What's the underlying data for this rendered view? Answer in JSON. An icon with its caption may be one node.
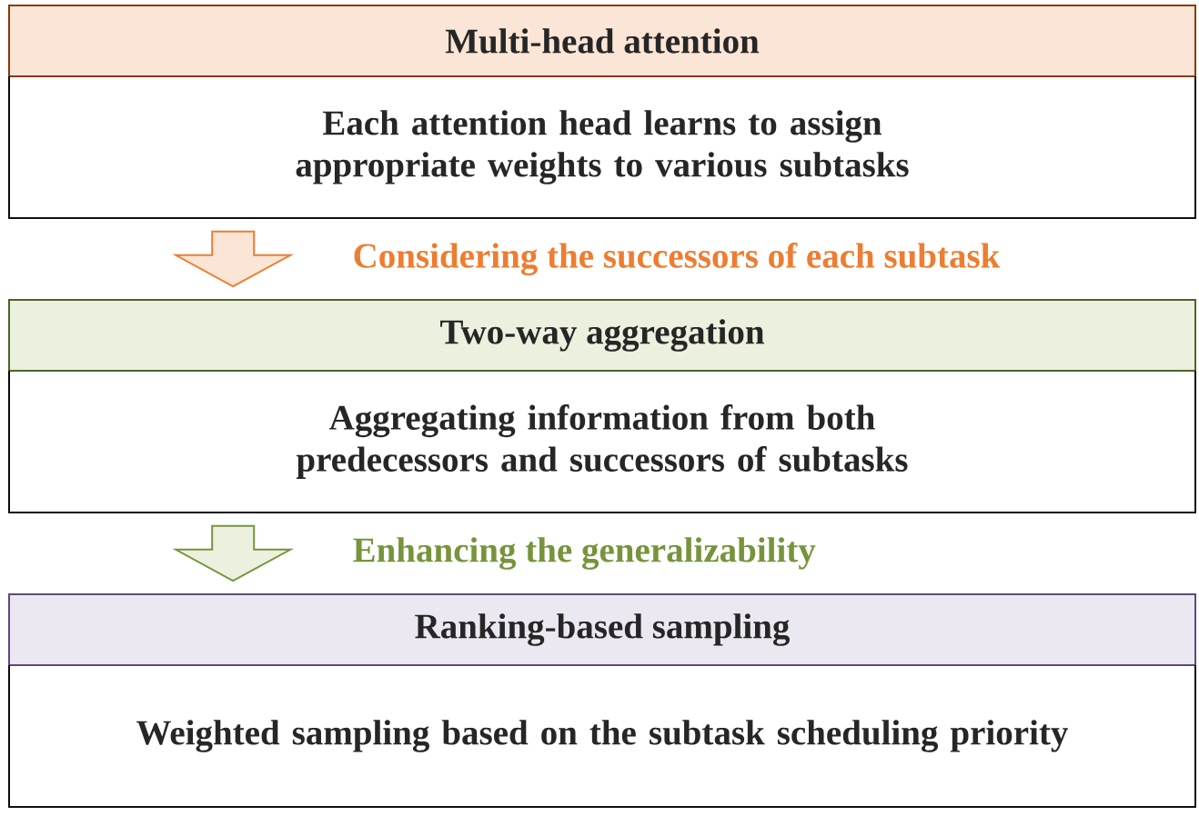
{
  "diagram": {
    "nodes": [
      {
        "text": [
          "Multi-head attention",
          "Each attention head learns to assign appropriate weights to various subtasks"
        ]
      },
      {
        "text": [
          "Two-way aggregation",
          "Aggregating information from both predecessors and successors of subtasks"
        ]
      },
      {
        "text": [
          "Ranking-based sampling",
          "Weighted sampling based on the subtask scheduling priority"
        ]
      }
    ],
    "edges": [
      {
        "from": 0,
        "to": 1,
        "arrow": "to",
        "label": "Considering the successors of each subtask",
        "color": "#ed7d31"
      },
      {
        "from": 1,
        "to": 2,
        "arrow": "to",
        "label": "Enhancing the generalizability",
        "color": "#77933c"
      }
    ]
  }
}
